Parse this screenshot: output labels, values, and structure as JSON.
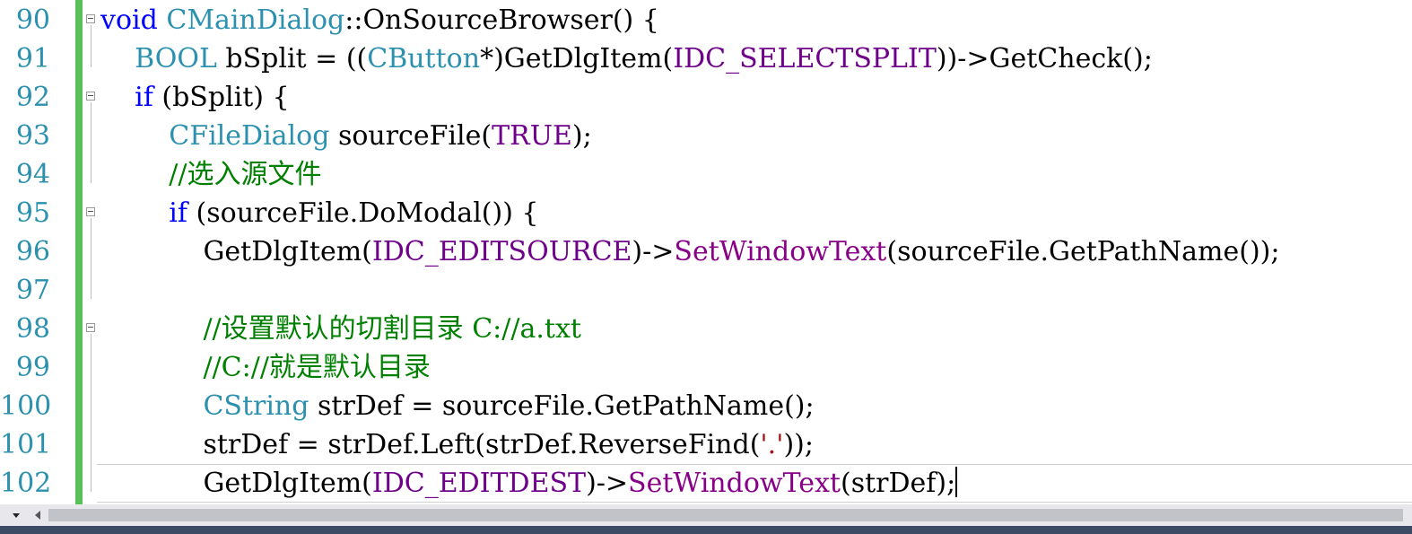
{
  "editor": {
    "lines": [
      {
        "n": "90",
        "indent": "",
        "fold": true,
        "tokens": [
          {
            "t": "void",
            "c": "kw"
          },
          {
            "t": " ",
            "c": ""
          },
          {
            "t": "CMainDialog",
            "c": "ty"
          },
          {
            "t": "::OnSourceBrowser() {",
            "c": ""
          }
        ]
      },
      {
        "n": "91",
        "indent": "    ",
        "fold": false,
        "tokens": [
          {
            "t": "BOOL",
            "c": "ty"
          },
          {
            "t": " bSplit = ((",
            "c": ""
          },
          {
            "t": "CButton",
            "c": "ty"
          },
          {
            "t": "*)GetDlgItem(",
            "c": ""
          },
          {
            "t": "IDC_SELECTSPLIT",
            "c": "mac"
          },
          {
            "t": "))->GetCheck();",
            "c": ""
          }
        ]
      },
      {
        "n": "92",
        "indent": "    ",
        "fold": true,
        "tokens": [
          {
            "t": "if",
            "c": "kw"
          },
          {
            "t": " (bSplit) {",
            "c": ""
          }
        ]
      },
      {
        "n": "93",
        "indent": "        ",
        "fold": false,
        "tokens": [
          {
            "t": "CFileDialog",
            "c": "ty"
          },
          {
            "t": " sourceFile(",
            "c": ""
          },
          {
            "t": "TRUE",
            "c": "mac"
          },
          {
            "t": ");",
            "c": ""
          }
        ]
      },
      {
        "n": "94",
        "indent": "        ",
        "fold": false,
        "tokens": [
          {
            "t": "//选入源文件",
            "c": "cm"
          }
        ]
      },
      {
        "n": "95",
        "indent": "        ",
        "fold": true,
        "tokens": [
          {
            "t": "if",
            "c": "kw"
          },
          {
            "t": " (sourceFile.DoModal()) {",
            "c": ""
          }
        ]
      },
      {
        "n": "96",
        "indent": "            ",
        "fold": false,
        "tokens": [
          {
            "t": "GetDlgItem(",
            "c": ""
          },
          {
            "t": "IDC_EDITSOURCE",
            "c": "mac"
          },
          {
            "t": ")->",
            "c": ""
          },
          {
            "t": "SetWindowText",
            "c": "fn"
          },
          {
            "t": "(sourceFile.GetPathName());",
            "c": ""
          }
        ]
      },
      {
        "n": "97",
        "indent": "",
        "fold": false,
        "tokens": []
      },
      {
        "n": "98",
        "indent": "            ",
        "fold": true,
        "tokens": [
          {
            "t": "//设置默认的切割目录 C://a.txt",
            "c": "cm"
          }
        ]
      },
      {
        "n": "99",
        "indent": "            ",
        "fold": false,
        "tokens": [
          {
            "t": "//C://就是默认目录",
            "c": "cm"
          }
        ]
      },
      {
        "n": "100",
        "indent": "            ",
        "fold": false,
        "tokens": [
          {
            "t": "CString",
            "c": "ty"
          },
          {
            "t": " strDef = sourceFile.GetPathName();",
            "c": ""
          }
        ]
      },
      {
        "n": "101",
        "indent": "            ",
        "fold": false,
        "tokens": [
          {
            "t": "strDef = strDef.Left(strDef.ReverseFind(",
            "c": ""
          },
          {
            "t": "'.'",
            "c": "str"
          },
          {
            "t": "));",
            "c": ""
          }
        ]
      },
      {
        "n": "102",
        "indent": "            ",
        "fold": false,
        "current": true,
        "tokens": [
          {
            "t": "GetDlgItem(",
            "c": ""
          },
          {
            "t": "IDC_EDITDEST",
            "c": "mac"
          },
          {
            "t": ")->",
            "c": ""
          },
          {
            "t": "SetWindowText",
            "c": "fn"
          },
          {
            "t": "(strDef);",
            "c": ""
          }
        ]
      }
    ]
  },
  "colors": {
    "keyword": "#0000ff",
    "type": "#2b91af",
    "macro": "#6f008a",
    "function": "#880088",
    "comment": "#008000",
    "string": "#a31515",
    "line_number": "#2b91af",
    "change_bar": "#57c057"
  },
  "icons": {
    "fold": "fold-collapse-icon",
    "dropdown": "chevron-down-icon",
    "scroll_left": "arrow-left-icon"
  }
}
